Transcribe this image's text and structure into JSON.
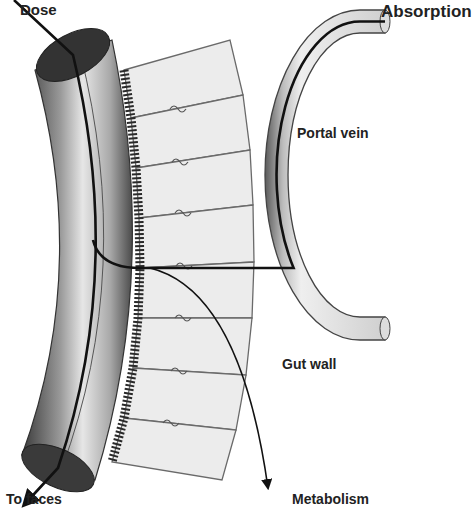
{
  "diagram": {
    "labels": [
      "Dose",
      "Absorption",
      "Portal vein",
      "Gut wall",
      "To faces",
      "Metabolism"
    ]
  }
}
